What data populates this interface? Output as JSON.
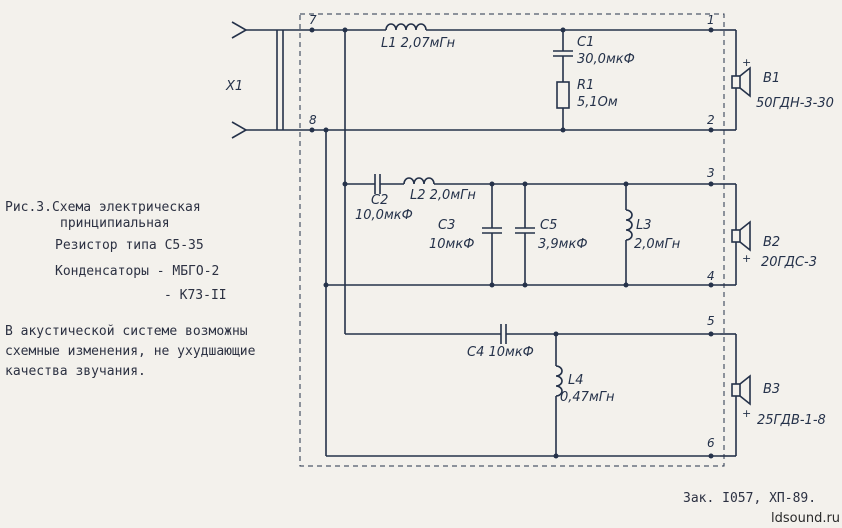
{
  "schematic": {
    "connector": "X1",
    "terminals": [
      "7",
      "8",
      "1",
      "2",
      "3",
      "4",
      "5",
      "6"
    ],
    "components": {
      "l1": "L1 2,07мГн",
      "c1_name": "C1",
      "c1_value": "30,0мкФ",
      "r1_name": "R1",
      "r1_value": "5,1Ом",
      "c2_name": "C2",
      "c2_value": "10,0мкФ",
      "l2": "L2 2,0мГн",
      "c3_name": "C3",
      "c3_value": "10мкФ",
      "c5_name": "C5",
      "c5_value": "3,9мкФ",
      "l3_name": "L3",
      "l3_value": "2,0мГн",
      "c4": "C4 10мкФ",
      "l4_name": "L4",
      "l4_value": "0,47мГн"
    },
    "speakers": [
      {
        "name": "B1",
        "model": "50ГДН-3-30"
      },
      {
        "name": "B2",
        "model": "20ГДС-3"
      },
      {
        "name": "B3",
        "model": "25ГДВ-1-8"
      }
    ],
    "polarity": "+"
  },
  "notes": {
    "caption_line1": "Рис.3.Схема электрическая",
    "caption_line2": "принципиальная",
    "resistor": "Резистор типа С5-35",
    "capacitors1": "Конденсаторы - МБГО-2",
    "capacitors2": "- К73-II",
    "remark1": "В акустической системе возможны",
    "remark2": "схемные изменения, не ухудшающие",
    "remark3": "качества звучания."
  },
  "footer": {
    "order": "Зак. I057, ХП-89.",
    "watermark": "ldsound.ru"
  }
}
